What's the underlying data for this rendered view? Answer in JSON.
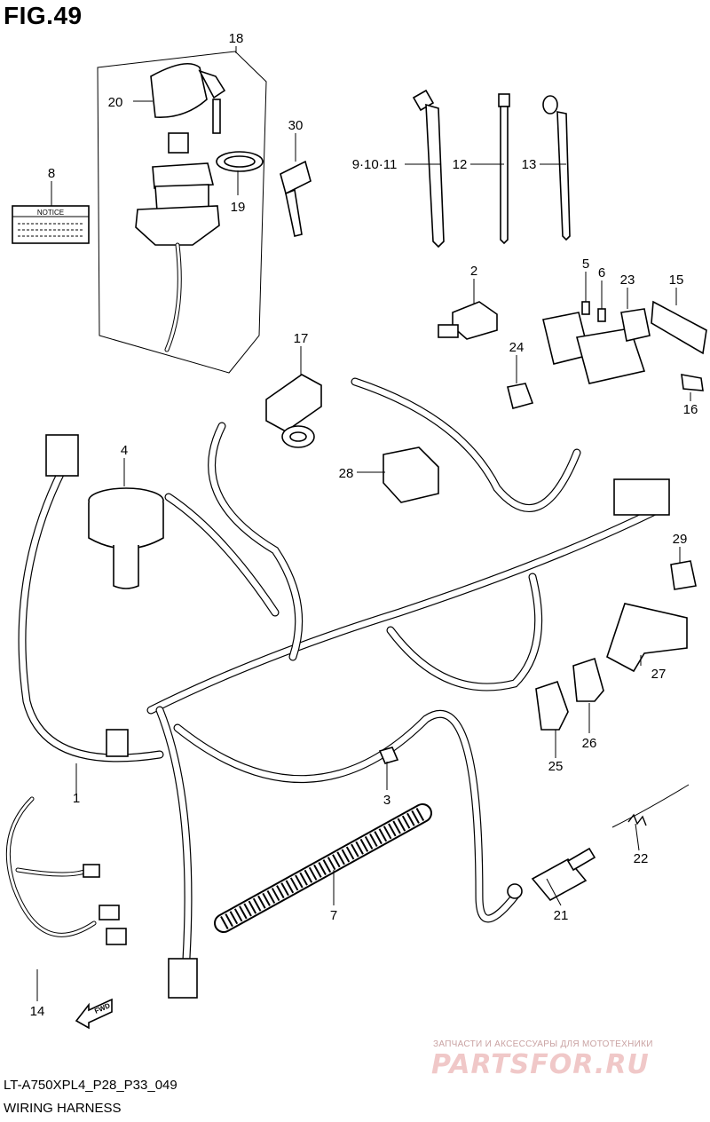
{
  "figure": {
    "title": "FIG.49",
    "code": "LT-A750XPL4_P28_P33_049",
    "subtitle": "WIRING HARNESS"
  },
  "notice_label": "NOTICE",
  "fwd_label": "FWD",
  "watermark": {
    "text": "ЗАПЧАСТИ И АКСЕССУАРЫ ДЛЯ МОТОТЕХНИКИ",
    "logo": "PARTSFOR.RU"
  },
  "callouts": [
    {
      "id": "c1",
      "label": "1"
    },
    {
      "id": "c2",
      "label": "2"
    },
    {
      "id": "c3",
      "label": "3"
    },
    {
      "id": "c4",
      "label": "4"
    },
    {
      "id": "c5",
      "label": "5"
    },
    {
      "id": "c6",
      "label": "6"
    },
    {
      "id": "c7",
      "label": "7"
    },
    {
      "id": "c8",
      "label": "8"
    },
    {
      "id": "c9",
      "label": "9·10·11"
    },
    {
      "id": "c12",
      "label": "12"
    },
    {
      "id": "c13",
      "label": "13"
    },
    {
      "id": "c14",
      "label": "14"
    },
    {
      "id": "c15",
      "label": "15"
    },
    {
      "id": "c16",
      "label": "16"
    },
    {
      "id": "c17",
      "label": "17"
    },
    {
      "id": "c18",
      "label": "18"
    },
    {
      "id": "c19",
      "label": "19"
    },
    {
      "id": "c20",
      "label": "20"
    },
    {
      "id": "c21",
      "label": "21"
    },
    {
      "id": "c22",
      "label": "22"
    },
    {
      "id": "c23",
      "label": "23"
    },
    {
      "id": "c24",
      "label": "24"
    },
    {
      "id": "c25",
      "label": "25"
    },
    {
      "id": "c26",
      "label": "26"
    },
    {
      "id": "c27",
      "label": "27"
    },
    {
      "id": "c28",
      "label": "28"
    },
    {
      "id": "c29",
      "label": "29"
    },
    {
      "id": "c30",
      "label": "30"
    }
  ]
}
